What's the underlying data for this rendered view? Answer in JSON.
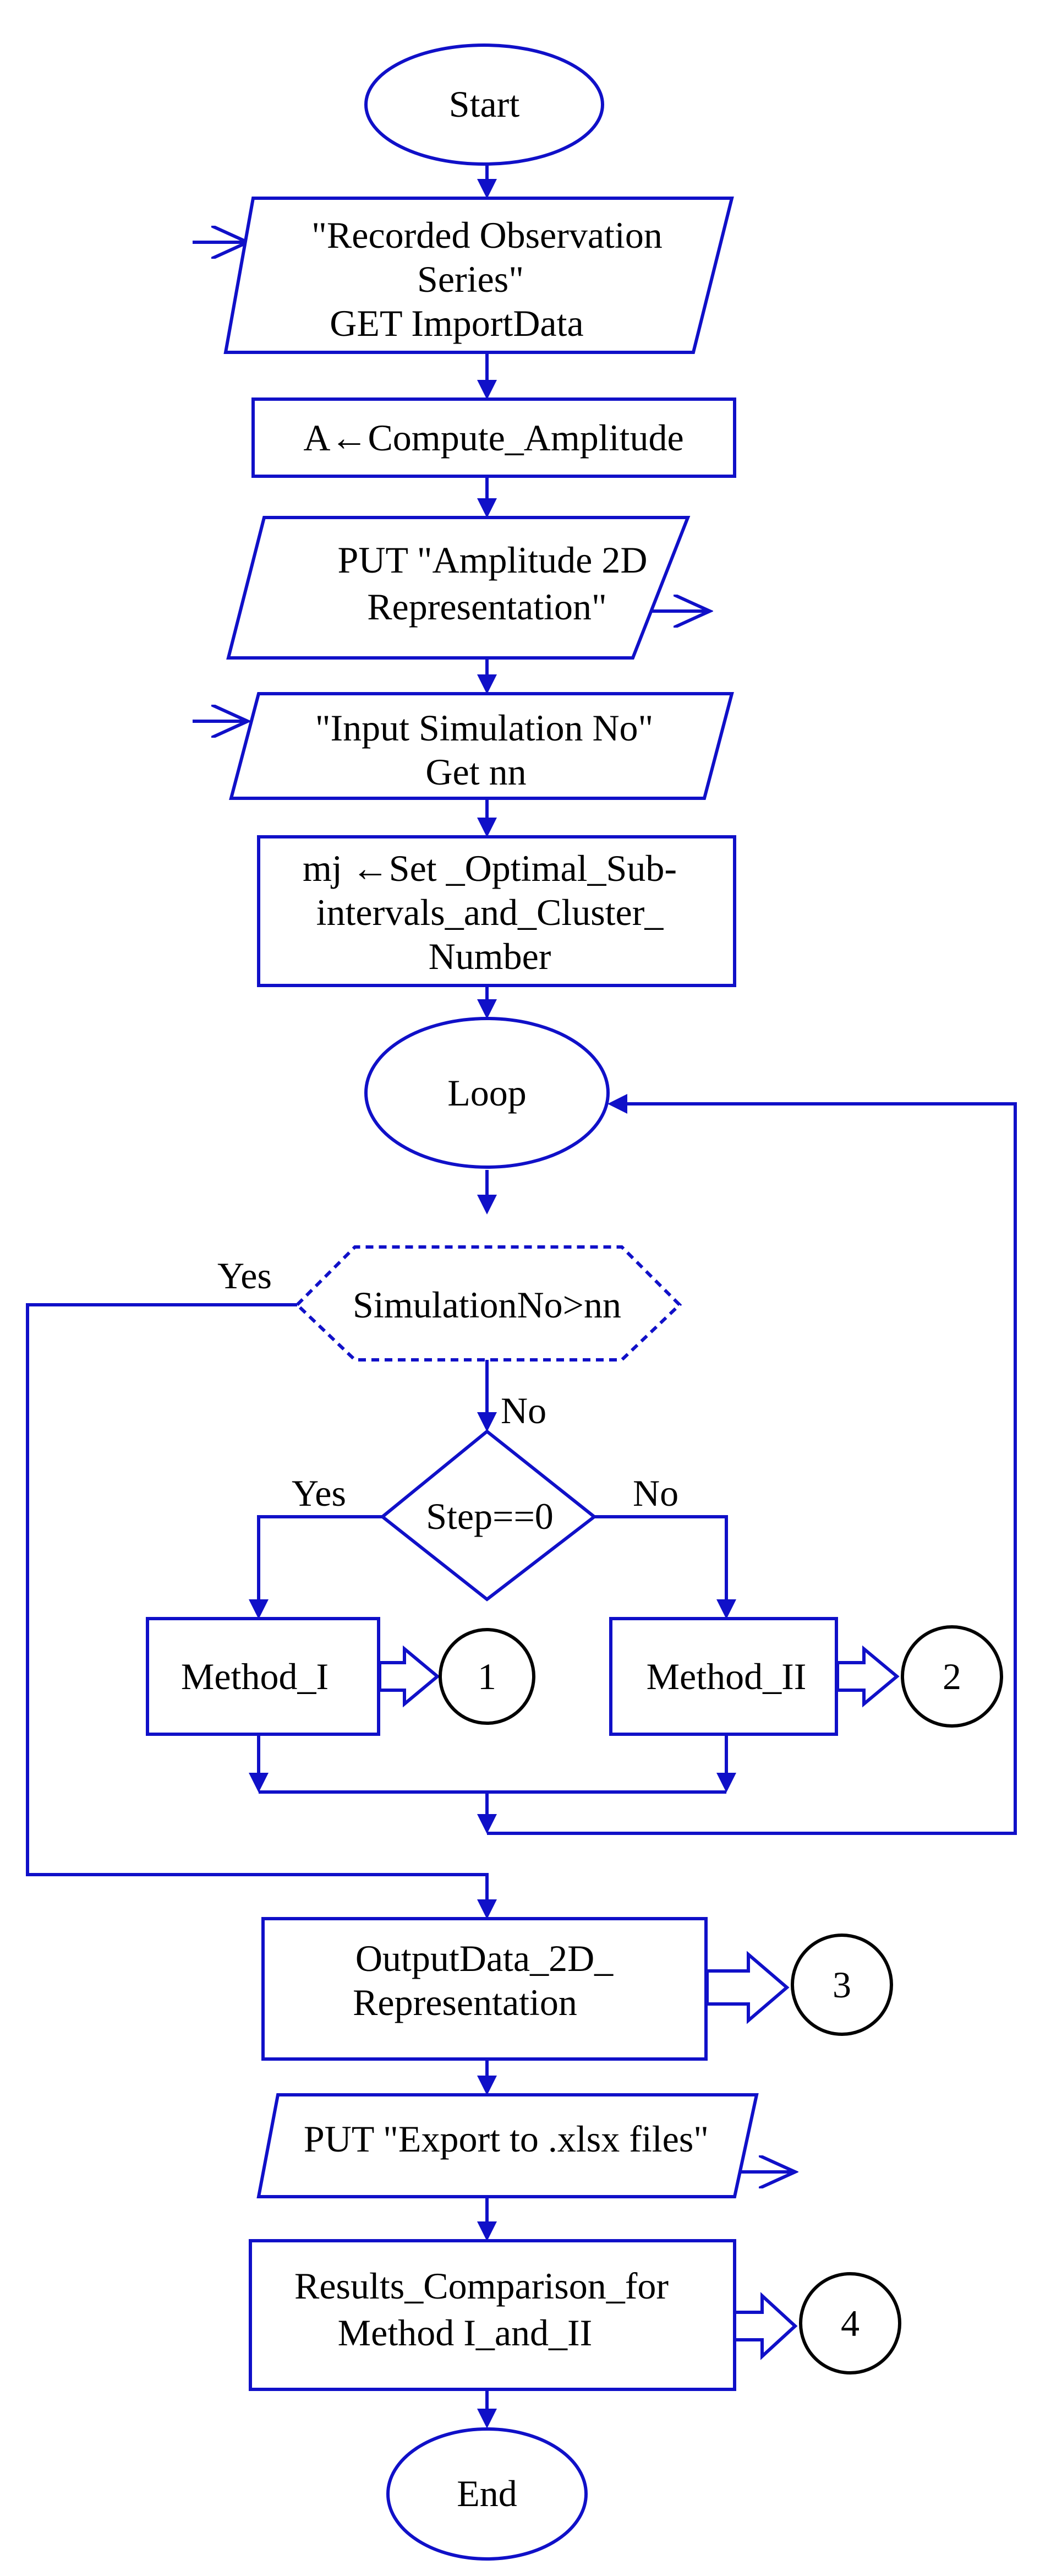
{
  "nodes": {
    "start": "Start",
    "import": [
      "\"Recorded Observation",
      "Series\"",
      "GET ImportData"
    ],
    "amplitude": "A←Compute_Amplitude",
    "put_amplitude": [
      "PUT \"Amplitude 2D",
      "Representation\""
    ],
    "input_sim": [
      "\"Input Simulation No\"",
      "Get nn"
    ],
    "set_optimal": [
      "mj ←Set _Optimal_Sub-",
      "intervals_and_Cluster_",
      "Number"
    ],
    "loop": "Loop",
    "sim_check": "SimulationNo>nn",
    "step_check": "Step==0",
    "method1": "Method_I",
    "method2": "Method_II",
    "output": [
      "OutputData_2D_",
      "Representation"
    ],
    "export": "PUT \"Export to .xlsx files\"",
    "compare": [
      "Results_Comparison_for",
      "Method I_and_II"
    ],
    "end": "End"
  },
  "connectors": [
    "1",
    "2",
    "3",
    "4"
  ],
  "edge_labels": {
    "yes": "Yes",
    "no": "No"
  },
  "colors": {
    "stroke": "#1010c8",
    "connector_stroke": "#000000",
    "text": "#000000"
  }
}
